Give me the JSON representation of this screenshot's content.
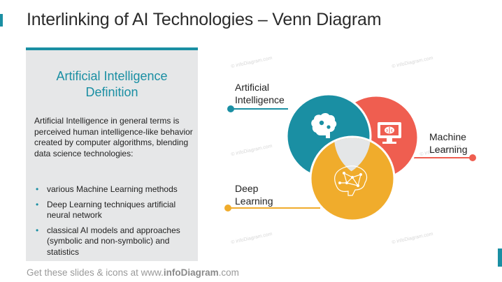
{
  "slide": {
    "title": "Interlinking of AI Technologies – Venn Diagram",
    "footer_prefix": "Get these slides & icons at www.",
    "footer_brand": "infoDiagram",
    "footer_suffix": ".com",
    "watermark": "© infoDiagram.com"
  },
  "panel": {
    "title_line1": "Artificial Intelligence",
    "title_line2": "Definition",
    "description": "Artificial Intelligence in general terms is perceived human intelligence-like behavior created by computer algorithms, blending data science technologies:",
    "bullets": [
      "various Machine Learning methods",
      "Deep Learning techniques artificial neural network",
      "classical AI models and approaches (symbolic and non-symbolic) and statistics"
    ]
  },
  "venn": {
    "ai": {
      "line1": "Artificial",
      "line2": "Intelligence",
      "color": "#1a8fa3",
      "icon": "brain-gears-icon"
    },
    "ml": {
      "line1": "Machine",
      "line2": "Learning",
      "color": "#ef5e50",
      "icon": "monitor-brain-icon"
    },
    "dl": {
      "line1": "Deep",
      "line2": "Learning",
      "color": "#f0ac2c",
      "icon": "neural-network-brain-icon"
    },
    "center_color": "#e4e6e7"
  },
  "colors": {
    "accent": "#1a8fa3",
    "panel_bg": "#e6e7e8"
  }
}
